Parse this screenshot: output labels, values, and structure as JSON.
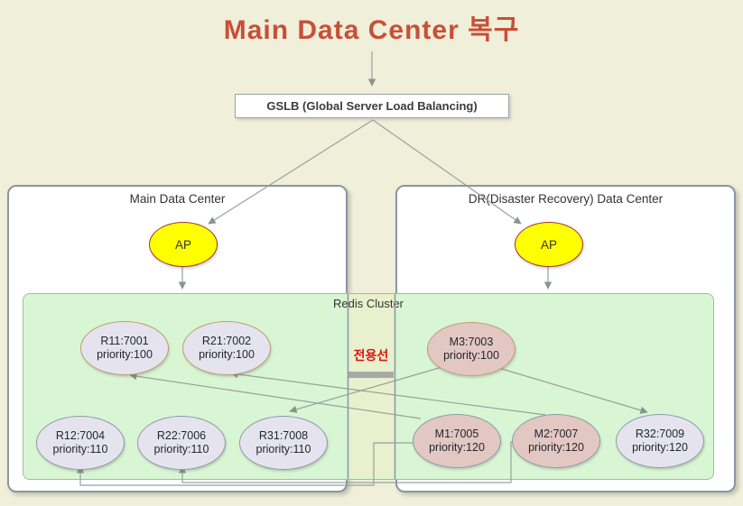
{
  "title": "Main Data Center 복구",
  "gslb": {
    "label": "GSLB (Global Server Load Balancing)"
  },
  "main_dc": {
    "label": "Main Data Center",
    "ap_label": "AP"
  },
  "dr_dc": {
    "label": "DR(Disaster Recovery) Data Center",
    "ap_label": "AP"
  },
  "redis_cluster": {
    "label": "Redis Cluster",
    "dedicated_line_label": "전용선"
  },
  "nodes": {
    "r11": {
      "name": "R11:7001",
      "priority": "priority:100"
    },
    "r21": {
      "name": "R21:7002",
      "priority": "priority:100"
    },
    "m3": {
      "name": "M3:7003",
      "priority": "priority:100"
    },
    "r12": {
      "name": "R12:7004",
      "priority": "priority:110"
    },
    "r22": {
      "name": "R22:7006",
      "priority": "priority:110"
    },
    "r31": {
      "name": "R31:7008",
      "priority": "priority:110"
    },
    "m1": {
      "name": "M1:7005",
      "priority": "priority:120"
    },
    "m2": {
      "name": "M2:7007",
      "priority": "priority:120"
    },
    "r32": {
      "name": "R32:7009",
      "priority": "priority:120"
    }
  },
  "colors": {
    "title_text": "#C75038",
    "background": "#F0EFDA",
    "cluster_fill": "#D8F6D3",
    "dedicated_strip_fill": "#E9F0CD",
    "dedicated_label_text": "#DD1111",
    "master_node_fill": "#E3C7C3",
    "replica_node_fill": "#E5E4EE",
    "ap_fill": "#FFFF00",
    "top_row_border": "#BF9B74",
    "bottom_row_border": "#8F99AA",
    "connector": "#98A09C"
  }
}
